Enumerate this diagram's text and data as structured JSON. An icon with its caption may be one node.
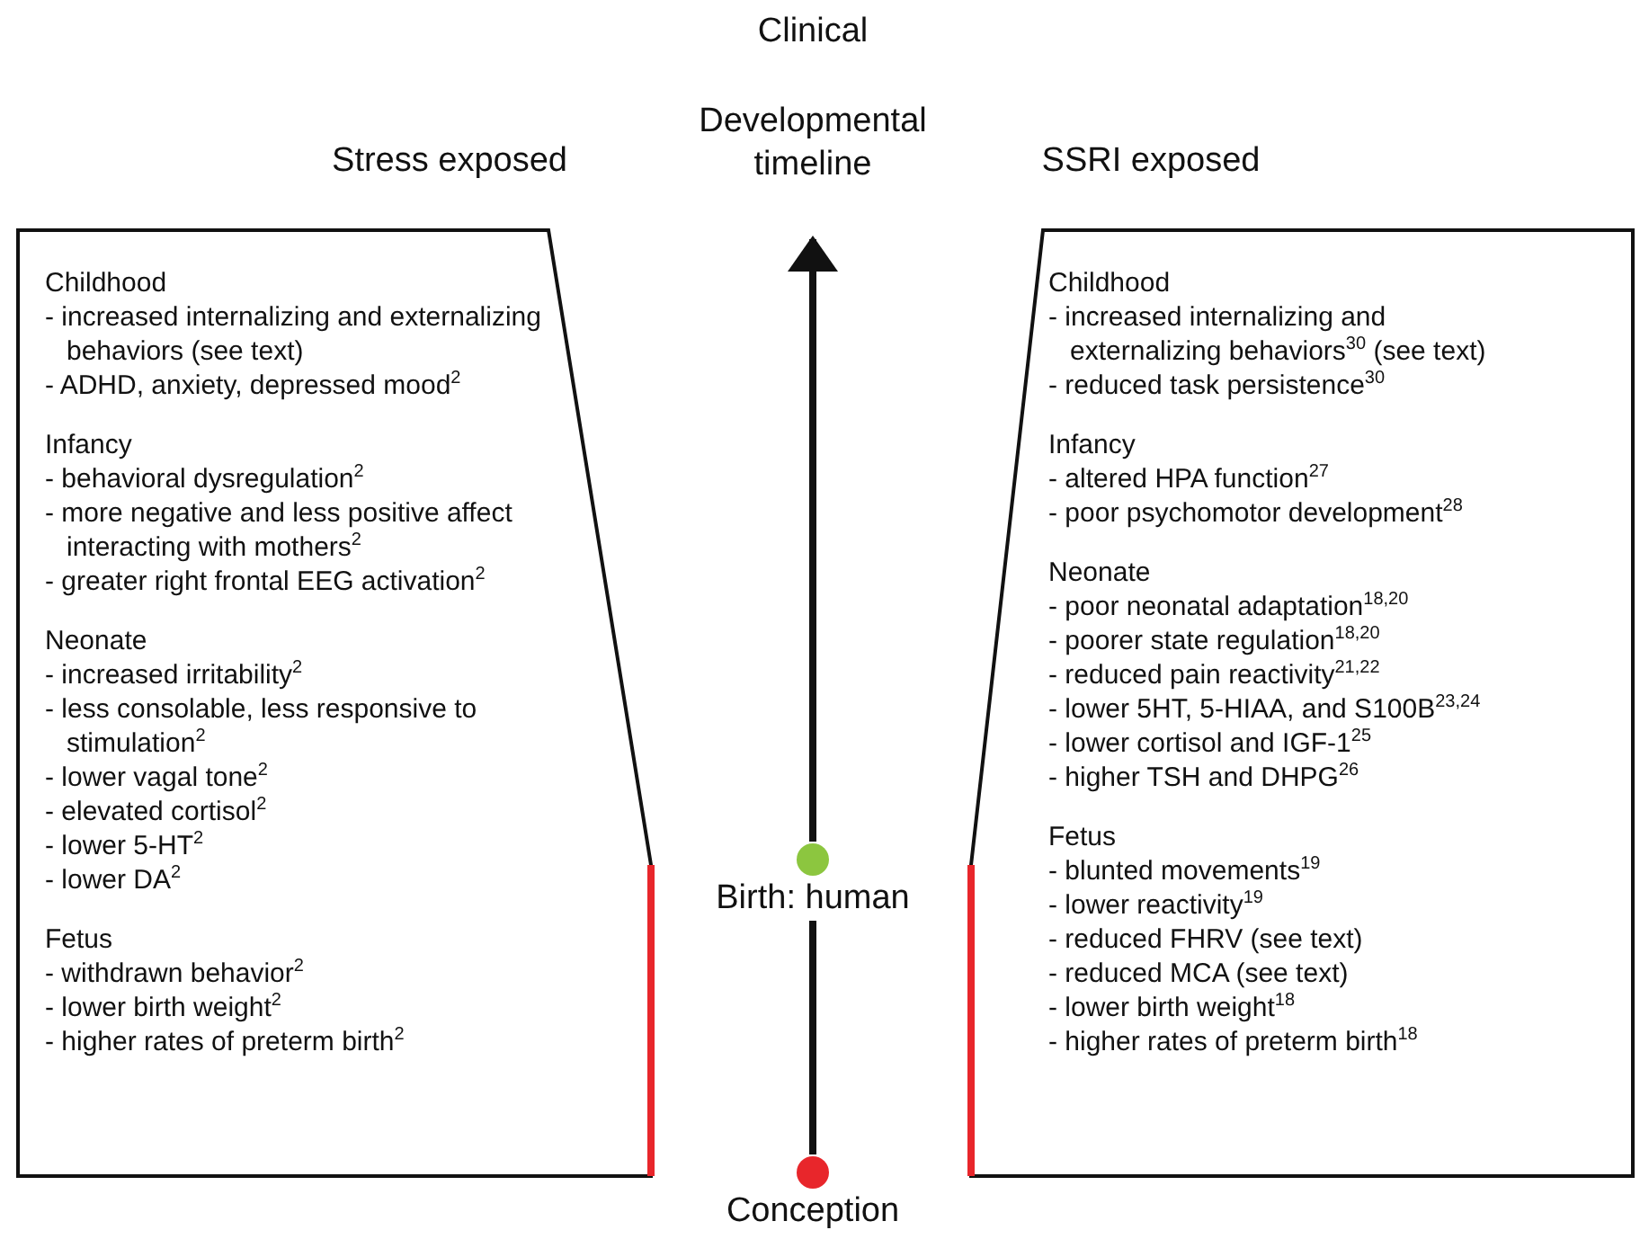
{
  "diagram": {
    "nodes": [
      {
        "text": [
          "Stress exposed",
          "Childhood",
          "- increased internalizing and externalizing behaviors (see text)",
          "- ADHD, anxiety, depressed mood$^{2}$",
          "Infancy",
          "- behavioral dysregulation$^{2}$",
          "- more negative and less positive affect interacting with mothers$^{2}$",
          "- greater right frontal EEG activation$^{2}$",
          "Neonate",
          "- increased irritability$^{2}$",
          "- less consolable, less responsive to stimulation$^{2}$",
          "- lower vagal tone$^{2}$",
          "- elevated cortisol$^{2}$",
          "- lower 5-HT$^{2}$",
          "- lower DA$^{2}$",
          "Fetus",
          "- withdrawn behavior$^{2}$",
          "- lower birth weight$^{2}$",
          "- higher rates of preterm birth$^{2}$"
        ]
      },
      {
        "text": [
          "SSRI exposed",
          "Childhood",
          "- increased internalizing and externalizing behaviors$^{30}$ (see text)",
          "- reduced task persistence$^{30}$",
          "Infancy",
          "- altered HPA function$^{27}$",
          "- poor psychomotor development$^{28}$",
          "Neonate",
          "- poor neonatal adaptation$^{18,20}$",
          "- poorer state regulation$^{18,20}$",
          "- reduced pain reactivity$^{21,22}$",
          "- lower 5HT, 5-HIAA, and S100B$^{23,24}$",
          "- lower cortisol and IGF-1$^{25}$",
          "- higher TSH and DHPG$^{26}$",
          "Fetus",
          "- blunted movements$^{19}$",
          "- lower reactivity$^{19}$",
          "- reduced FHRV (see text)",
          "- reduced MCA (see text)",
          "- lower birth weight$^{18}$",
          "- higher rates of preterm birth$^{18}$"
        ]
      },
      {
        "text": [
          "Conception"
        ]
      },
      {
        "text": [
          "Birth: human"
        ]
      }
    ],
    "edges": [
      {
        "from": 2,
        "to": 3,
        "arrow": "none"
      },
      {
        "from": 3,
        "to": null,
        "arrow": "to"
      }
    ],
    "labels": [
      "Clinical",
      "Developmental timeline"
    ]
  }
}
